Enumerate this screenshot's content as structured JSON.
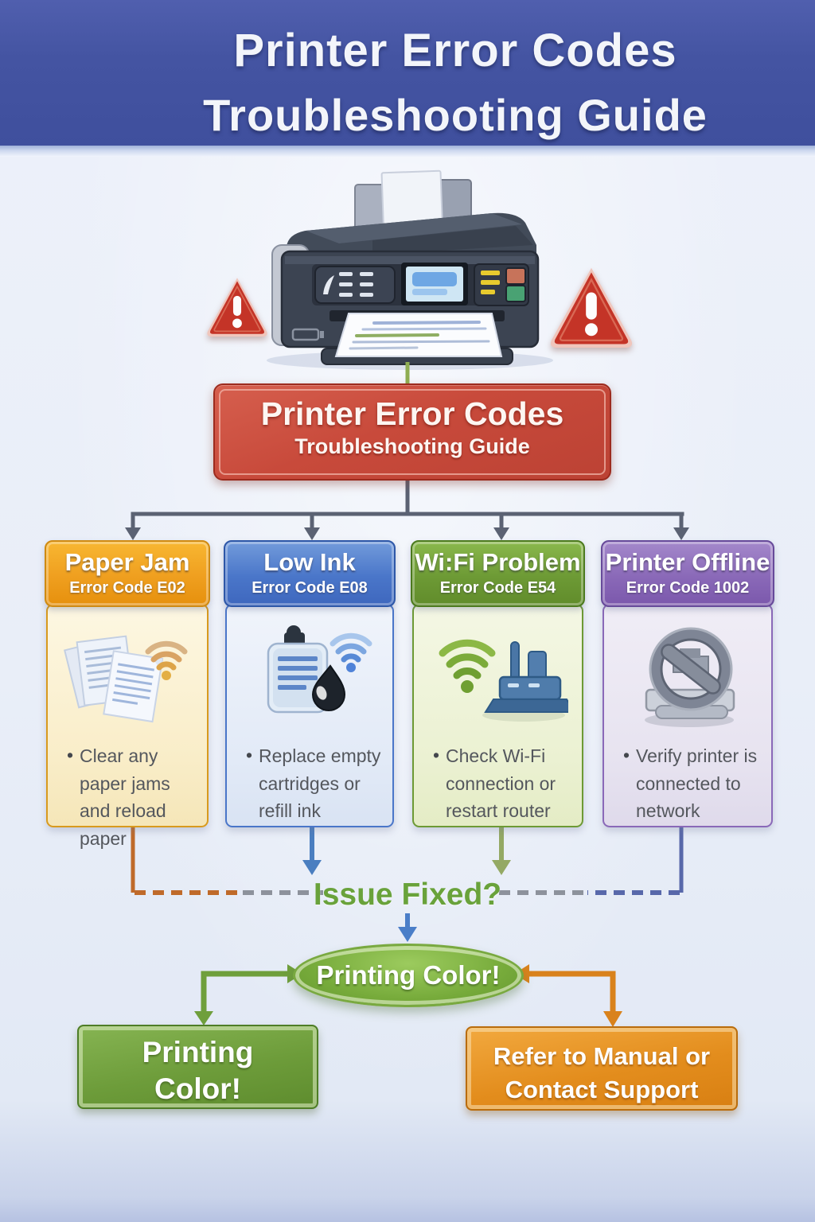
{
  "header": {
    "title_line1": "Printer Error Codes",
    "title_line2": "Troubleshooting Guide"
  },
  "hero": {
    "left_icon": "warning-triangle",
    "right_icon": "warning-triangle",
    "printer_icon": "inkjet-printer-illustration"
  },
  "title_box": {
    "line1": "Printer Error Codes",
    "line2": "Troubleshooting Guide"
  },
  "list_marker": "•",
  "columns": [
    {
      "title": "Paper Jam",
      "code": "Error Code E02",
      "tip": "Clear any paper jams and reload paper",
      "icon": "jammed-paper-sheets-wifi",
      "header_color": "#ef9f1f",
      "body_color": "#f9edc8"
    },
    {
      "title": "Low Ink",
      "code": "Error Code E08",
      "tip": "Replace empty cartridges or refill ink",
      "icon": "ink-cartridge-with-drop-wifi",
      "header_color": "#4a76c9",
      "body_color": "#e2eaf7"
    },
    {
      "title": "Wi:Fi Problem",
      "code": "Error Code E54",
      "tip": "Check Wi-Fi connection or restart router",
      "icon": "wifi-signal-router",
      "header_color": "#6d9a35",
      "body_color": "#ebf1d2"
    },
    {
      "title": "Printer Offline",
      "code": "Error Code 1002",
      "tip": "Verify printer is connected to network",
      "icon": "printer-blocked-sign",
      "header_color": "#8a69b8",
      "body_color": "#e7e3f0"
    }
  ],
  "decision": {
    "label": "Issue Fixed?"
  },
  "result_ellipse": {
    "label": "Printing Color!"
  },
  "success_box": {
    "line1": "Printing",
    "line2": "Color!"
  },
  "support_box": {
    "line1": "Refer to Manual or",
    "line2": "Contact Support"
  },
  "colors": {
    "banner_blue": "#4454a2",
    "title_box_red": "#c84a3b",
    "paper_jam_orange": "#ef9f1f",
    "low_ink_blue": "#4a76c9",
    "wifi_green": "#6d9a35",
    "offline_purple": "#8a69b8",
    "decision_green": "#69a23b",
    "connector_slate": "#5b6273",
    "arrow_blue": "#4a7ec8",
    "arrow_olive": "#94a964",
    "dash_orange": "#bf6a2a",
    "dash_gray": "#8d929c",
    "dash_blue": "#5868aa",
    "success_green": "#6d9c3a",
    "support_orange": "#e38d1d",
    "warning_red": "#c43427"
  }
}
